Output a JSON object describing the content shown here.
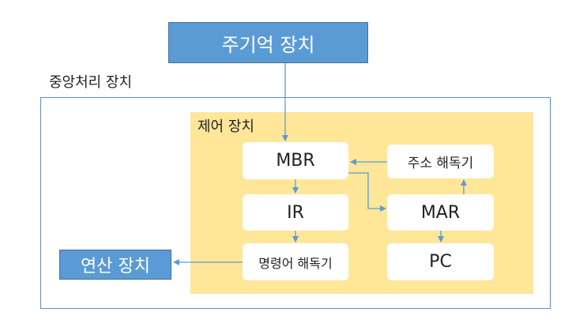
{
  "main_memory": "주기억 장치",
  "cpu": "중앙처리 장치",
  "control_unit": "제어 장치",
  "registers": {
    "mbr": "MBR",
    "ir": "IR",
    "instruction_decoder": "명령어 해독기",
    "address_decoder": "주소 해독기",
    "mar": "MAR",
    "pc": "PC"
  },
  "alu": "연산 장치",
  "colors": {
    "block_fill": "#5B9BD5",
    "control_fill": "#FFE699",
    "arrow": "#5B9BD5"
  }
}
